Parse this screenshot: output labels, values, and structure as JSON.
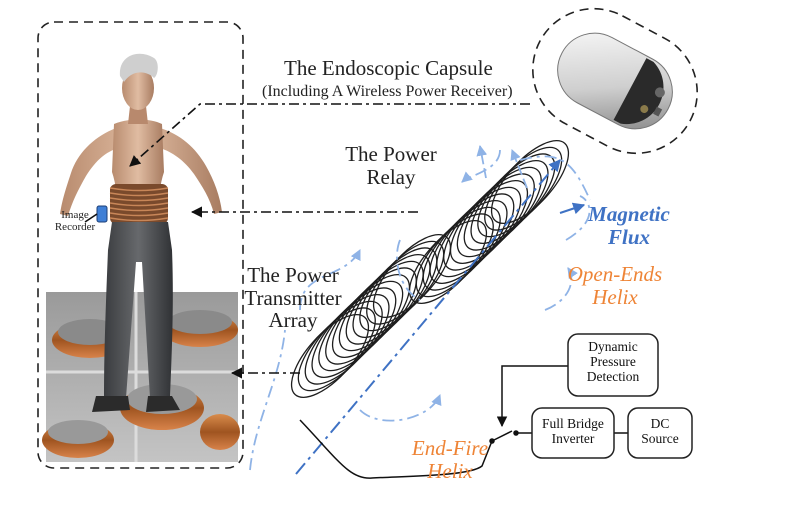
{
  "labels": {
    "capsule_title": "The Endoscopic Capsule",
    "capsule_subtitle": "(Including A Wireless Power Receiver)",
    "power_relay_line1": "The Power",
    "power_relay_line2": "Relay",
    "magnetic_flux_line1": "Magnetic",
    "magnetic_flux_line2": "Flux",
    "open_ends_line1": "Open-Ends",
    "open_ends_line2": "Helix",
    "transmitter_line1": "The Power",
    "transmitter_line2": "Transmitter",
    "transmitter_line3": "Array",
    "end_fire_line1": "End-Fire",
    "end_fire_line2": "Helix",
    "image_recorder_line1": "Image",
    "image_recorder_line2": "Recorder"
  },
  "blocks": {
    "pressure_line1": "Dynamic",
    "pressure_line2": "Pressure",
    "pressure_line3": "Detection",
    "inverter_line1": "Full Bridge",
    "inverter_line2": "Inverter",
    "dc_line1": "DC",
    "dc_line2": "Source"
  },
  "colors": {
    "flux_blue": "#3f72c4",
    "flux_light": "#8fb3e6",
    "helix_orange": "#ee8436",
    "coil_wire": "#1e1e1e",
    "copper": "#b9672d",
    "skin": "#c99c80",
    "pants": "#4a4c4f"
  }
}
